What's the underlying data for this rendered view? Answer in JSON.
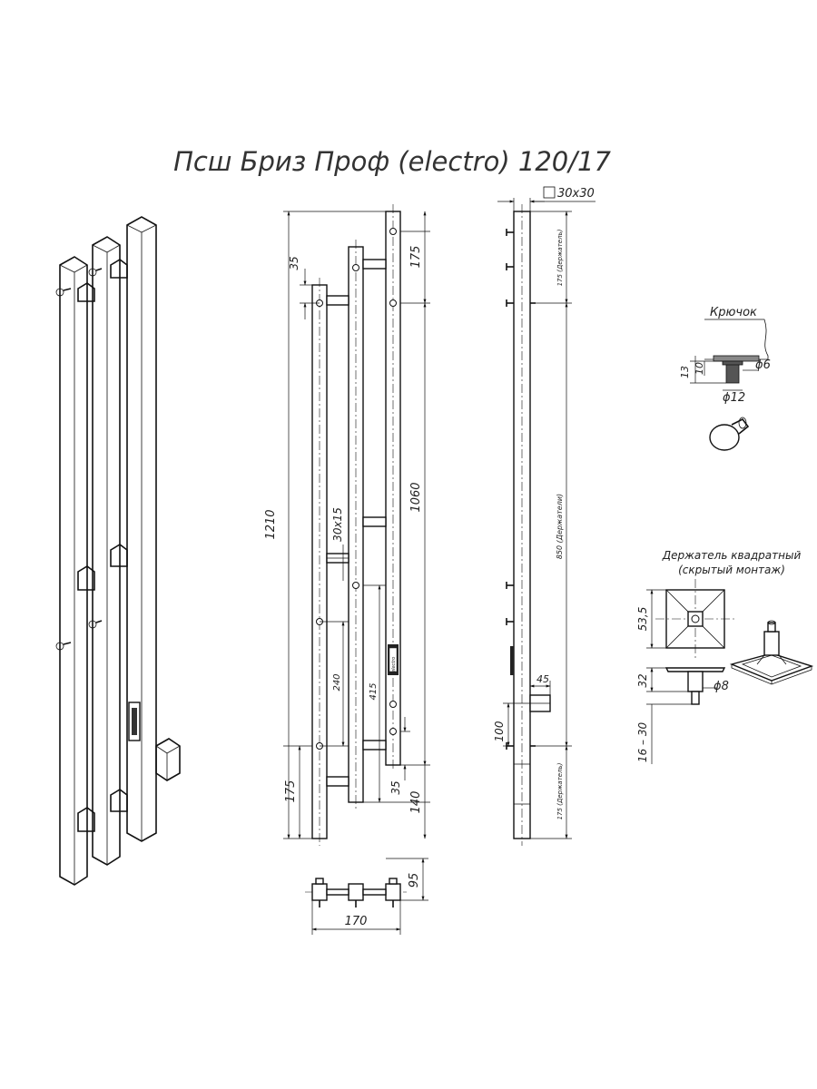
{
  "title": "Псш Бриз Проф (electro) 120/17",
  "front_view": {
    "dims": {
      "overall_height": "1210",
      "top_offset": "35",
      "upper_gap": "175",
      "span": "1060",
      "profile": "30x15",
      "lower_left": "240",
      "lower_mid": "415",
      "bottom_left": "175",
      "bottom_gap": "35",
      "bottom_right": "140"
    }
  },
  "side_view": {
    "section": "30x30",
    "dims": {
      "top_holders": "175 (Держатель)",
      "mid_holders": "850 (Держатели)",
      "bottom_holders": "175 (Держатель)",
      "wall_offset": "45",
      "bottom_offset": "100"
    }
  },
  "top_view": {
    "width": "170",
    "depth": "95"
  },
  "hook": {
    "label": "Крючок",
    "d_outer": "13",
    "d_height": "10",
    "d_pin": "ϕ6",
    "d_head": "ϕ12"
  },
  "holder": {
    "label_line1": "Держатель квадратный",
    "label_line2": "(скрытый монтаж)",
    "d_size": "53,5",
    "d_depth": "32",
    "d_range": "16 – 30",
    "d_diam": "ϕ8"
  },
  "switch_text": "electro"
}
